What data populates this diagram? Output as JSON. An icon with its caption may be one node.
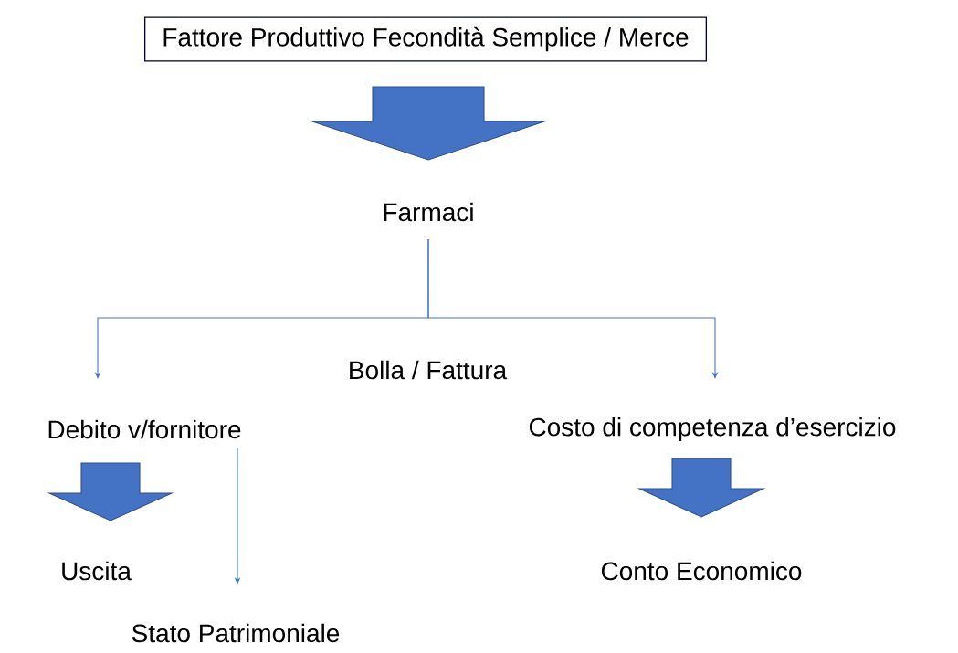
{
  "diagram": {
    "nodes": [
      {
        "text": [
          "Fattore Produttivo Fecondità Semplice / Merce"
        ]
      },
      {
        "text": [
          "Farmaci"
        ]
      },
      {
        "text": [
          "Debito v/fornitore"
        ]
      },
      {
        "text": [
          "Costo di competenza d’esercizio"
        ]
      },
      {
        "text": [
          "Uscita"
        ]
      },
      {
        "text": [
          "Stato Patrimoniale"
        ]
      },
      {
        "text": [
          "Conto Economico"
        ]
      }
    ],
    "edges": [
      {
        "from": 0,
        "to": 1,
        "arrow": "to",
        "style": "thick"
      },
      {
        "from": 1,
        "to": 2,
        "arrow": "to"
      },
      {
        "from": 1,
        "to": 3,
        "arrow": "to"
      },
      {
        "from": 2,
        "to": 4,
        "arrow": "to",
        "style": "thick"
      },
      {
        "from": 2,
        "to": 5,
        "arrow": "to"
      },
      {
        "from": 3,
        "to": 6,
        "arrow": "to",
        "style": "thick"
      }
    ],
    "labels": [
      "Bolla / Fattura"
    ]
  }
}
